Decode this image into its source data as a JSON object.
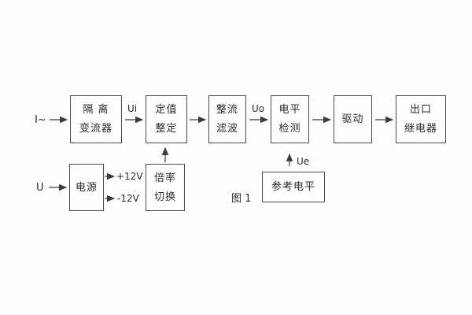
{
  "figure": {
    "caption": "图 1",
    "background": "#fdfdfd",
    "line_color": "#3c3c3c",
    "text_color": "#2b2b2b"
  },
  "inputs": {
    "current_input": "I~",
    "voltage_input": "U"
  },
  "signals": {
    "ui": "Ui",
    "uo": "Uo",
    "ue": "Ue",
    "plus12": "+12V",
    "minus12": "-12V"
  },
  "blocks": {
    "isolation_transformer": {
      "line1": "隔 离",
      "line2": "变流器"
    },
    "setting_adjust": {
      "line1": "定值",
      "line2": "整定"
    },
    "rectifier_filter": {
      "line1": "整流",
      "line2": "滤波"
    },
    "level_detector": {
      "line1": "电平",
      "line2": "检测"
    },
    "driver": {
      "line1": "驱动"
    },
    "output_relay": {
      "line1": "出口",
      "line2": "继电器"
    },
    "power_supply": {
      "line1": "电源"
    },
    "ratio_switch": {
      "line1": "倍率",
      "line2": "切换"
    },
    "reference_level": {
      "line1": "参考电平"
    }
  }
}
